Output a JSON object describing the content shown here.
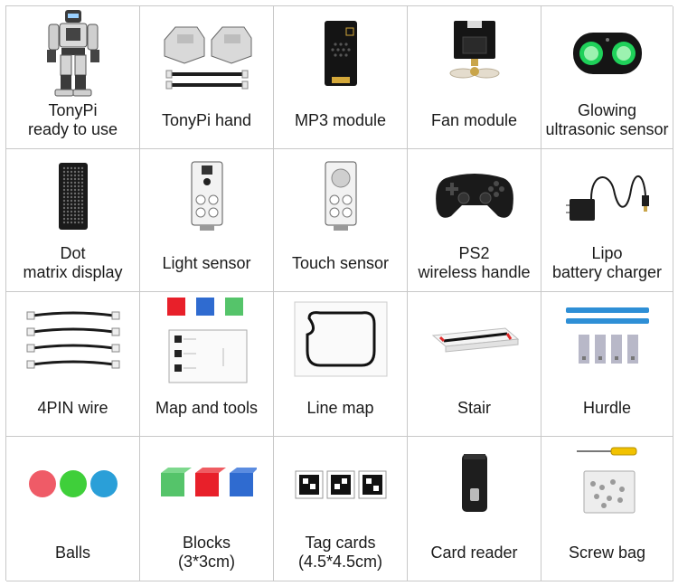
{
  "cells": [
    {
      "name": "tonypi",
      "lines": [
        "TonyPi",
        "ready to use"
      ]
    },
    {
      "name": "tonypi-hand",
      "lines": [
        "TonyPi hand"
      ]
    },
    {
      "name": "mp3-module",
      "lines": [
        "MP3 module"
      ]
    },
    {
      "name": "fan-module",
      "lines": [
        "Fan module"
      ]
    },
    {
      "name": "glowing-ultrasonic-sensor",
      "lines": [
        "Glowing",
        "ultrasonic sensor"
      ]
    },
    {
      "name": "dot-matrix-display",
      "lines": [
        "Dot",
        "matrix display"
      ]
    },
    {
      "name": "light-sensor",
      "lines": [
        "Light sensor"
      ]
    },
    {
      "name": "touch-sensor",
      "lines": [
        "Touch sensor"
      ]
    },
    {
      "name": "ps2-wireless-handle",
      "lines": [
        "PS2",
        "wireless handle"
      ]
    },
    {
      "name": "lipo-battery-charger",
      "lines": [
        "Lipo",
        "battery charger"
      ]
    },
    {
      "name": "4pin-wire",
      "lines": [
        "4PIN wire"
      ]
    },
    {
      "name": "map-and-tools",
      "lines": [
        "Map and tools"
      ]
    },
    {
      "name": "line-map",
      "lines": [
        "Line map"
      ]
    },
    {
      "name": "stair",
      "lines": [
        "Stair"
      ]
    },
    {
      "name": "hurdle",
      "lines": [
        "Hurdle"
      ]
    },
    {
      "name": "balls",
      "lines": [
        "Balls"
      ]
    },
    {
      "name": "blocks",
      "lines": [
        "Blocks",
        "(3*3cm)"
      ]
    },
    {
      "name": "tag-cards",
      "lines": [
        "Tag cards",
        "(4.5*4.5cm)"
      ]
    },
    {
      "name": "card-reader",
      "lines": [
        "Card reader"
      ]
    },
    {
      "name": "screw-bag",
      "lines": [
        "Screw bag"
      ]
    }
  ],
  "colors": {
    "ball_red": "#ef5b67",
    "ball_green": "#3fcf3a",
    "ball_blue": "#2a9fd8",
    "block_red": "#e8202a",
    "block_blue": "#2f6bd0",
    "block_green": "#55c46a",
    "hurdle_blue": "#2e8fd6",
    "stair_red": "#e02a2a",
    "screwdriver_yellow": "#f2c200"
  }
}
